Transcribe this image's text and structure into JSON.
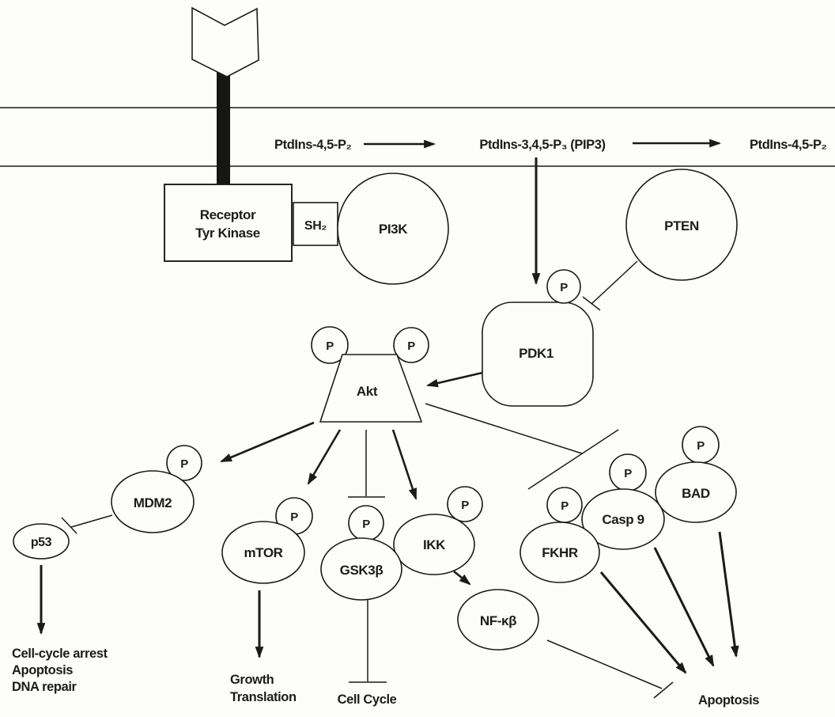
{
  "colors": {
    "ink": "#1b1b1b",
    "background": "#fdfdfb"
  },
  "membrane": {
    "lipid_left": "PtdIns-4,5-P₂",
    "lipid_center": "PtdIns-3,4,5-P₃ (PIP3)",
    "lipid_right": "PtdIns-4,5-P₂"
  },
  "receptor": {
    "name_line1": "Receptor",
    "name_line2": "Tyr Kinase",
    "adapter": "SH₂"
  },
  "phospho_label": "P",
  "nodes": {
    "pi3k": "PI3K",
    "pten": "PTEN",
    "pdk1": "PDK1",
    "akt": "Akt",
    "mdm2": "MDM2",
    "p53": "p53",
    "mtor": "mTOR",
    "gsk3b": "GSK3β",
    "ikk": "IKK",
    "nfkb": "NF-κβ",
    "fkhr": "FKHR",
    "casp9": "Casp 9",
    "bad": "BAD"
  },
  "outcomes": {
    "p53_effects": [
      "Cell-cycle arrest",
      "Apoptosis",
      "DNA repair"
    ],
    "mtor_effects": [
      "Growth",
      "Translation"
    ],
    "gsk3b_effect": "Cell Cycle",
    "apoptosis": "Apoptosis"
  }
}
